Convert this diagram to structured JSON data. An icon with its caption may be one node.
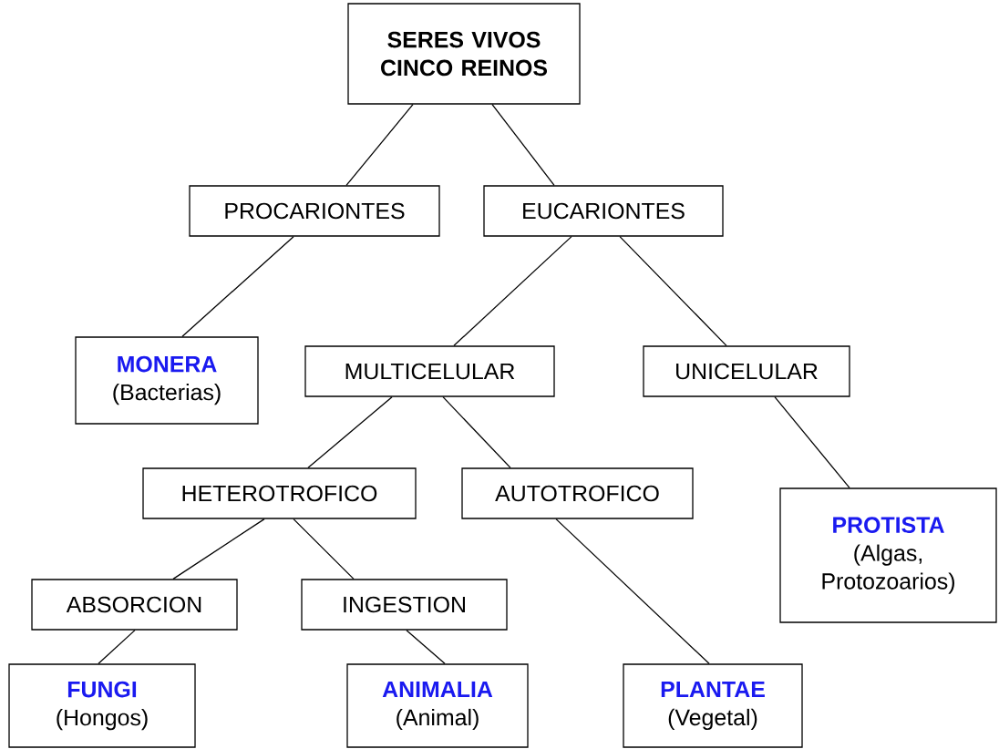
{
  "diagram": {
    "nodes": [
      {
        "text": [
          "SERES VIVOS CINCO REINOS"
        ]
      },
      {
        "text": [
          "PROCARIONTES"
        ]
      },
      {
        "text": [
          "EUCARIONTES"
        ]
      },
      {
        "text": [
          "MONERA",
          "(Bacterias)"
        ]
      },
      {
        "text": [
          "MULTICELULAR"
        ]
      },
      {
        "text": [
          "UNICELULAR"
        ]
      },
      {
        "text": [
          "HETEROTROFICO"
        ]
      },
      {
        "text": [
          "AUTOTROFICO"
        ]
      },
      {
        "text": [
          "PROTISTA",
          "(Algas, Protozoarios)"
        ]
      },
      {
        "text": [
          "ABSORCION"
        ]
      },
      {
        "text": [
          "INGESTION"
        ]
      },
      {
        "text": [
          "FUNGI",
          "(Hongos)"
        ]
      },
      {
        "text": [
          "ANIMALIA",
          "(Animal)"
        ]
      },
      {
        "text": [
          "PLANTAE",
          "(Vegetal)"
        ]
      }
    ],
    "edges": [
      {
        "from": 0,
        "to": 1,
        "arrow": "none"
      },
      {
        "from": 0,
        "to": 2,
        "arrow": "none"
      },
      {
        "from": 1,
        "to": 3,
        "arrow": "none"
      },
      {
        "from": 2,
        "to": 4,
        "arrow": "none"
      },
      {
        "from": 2,
        "to": 5,
        "arrow": "none"
      },
      {
        "from": 5,
        "to": 8,
        "arrow": "none"
      },
      {
        "from": 4,
        "to": 6,
        "arrow": "none"
      },
      {
        "from": 4,
        "to": 7,
        "arrow": "none"
      },
      {
        "from": 6,
        "to": 9,
        "arrow": "none"
      },
      {
        "from": 6,
        "to": 10,
        "arrow": "none"
      },
      {
        "from": 7,
        "to": 13,
        "arrow": "none"
      },
      {
        "from": 9,
        "to": 11,
        "arrow": "none"
      },
      {
        "from": 10,
        "to": 12,
        "arrow": "none"
      }
    ]
  }
}
